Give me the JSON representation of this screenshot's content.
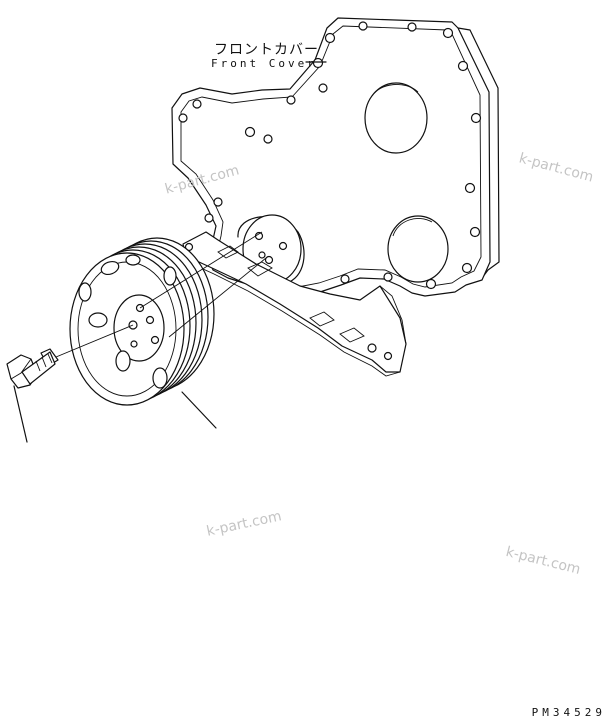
{
  "labels": {
    "part_name_jp": "フロントカバー",
    "part_name_en": "Front Cover",
    "figure_code": "PM34529"
  },
  "watermarks": [
    "k-part.com",
    "k-part.com",
    "k-part.com",
    "k-part.com"
  ],
  "colors": {
    "line": "#111111",
    "watermark": "#c4c4c4",
    "background": "#ffffff"
  }
}
